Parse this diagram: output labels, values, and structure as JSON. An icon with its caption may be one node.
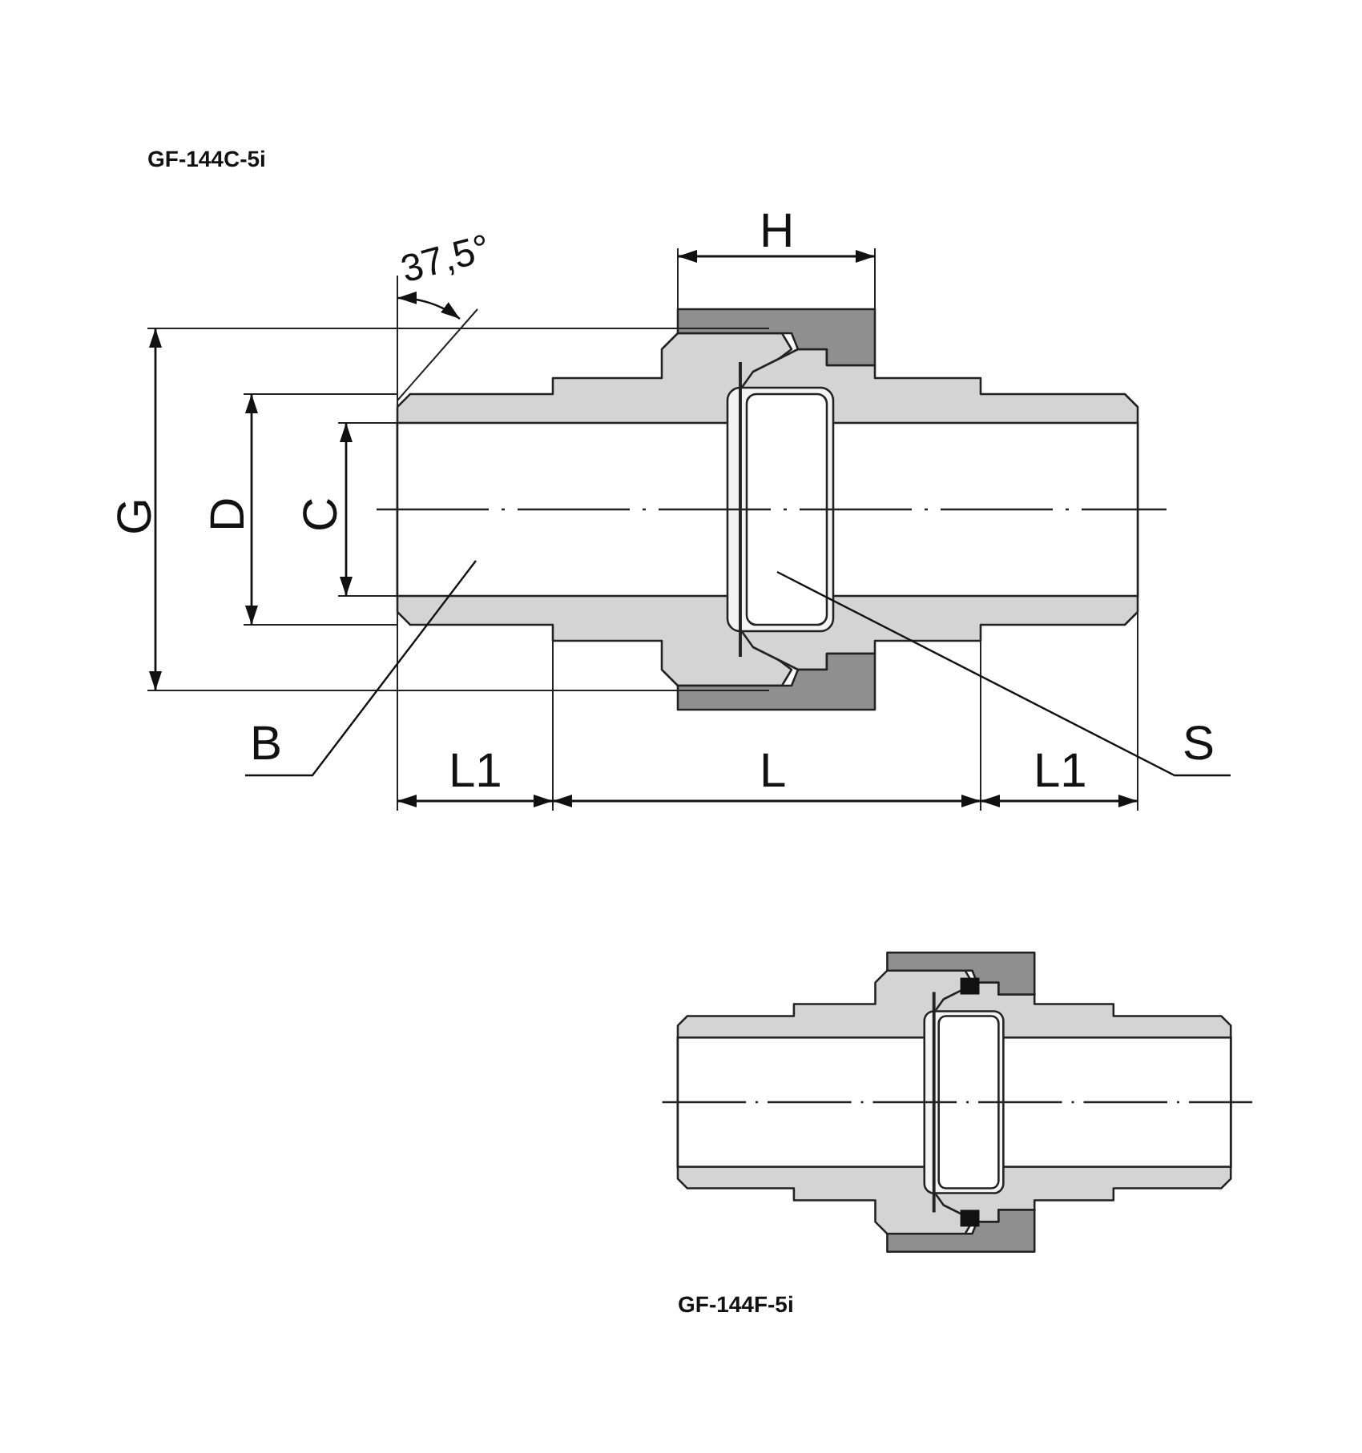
{
  "diagram": {
    "nodes": [
      {
        "text": [
          "B"
        ]
      },
      {
        "text": [
          "S"
        ]
      }
    ],
    "edges": [
      {
        "from": 0,
        "to": null,
        "arrow": "none"
      },
      {
        "from": 1,
        "to": null,
        "arrow": "none"
      }
    ],
    "labels": [
      "GF-144C-5i",
      "H",
      "37,5°",
      "G",
      "D",
      "C",
      "L1",
      "L",
      "L1",
      "GF-144F-5i"
    ]
  }
}
